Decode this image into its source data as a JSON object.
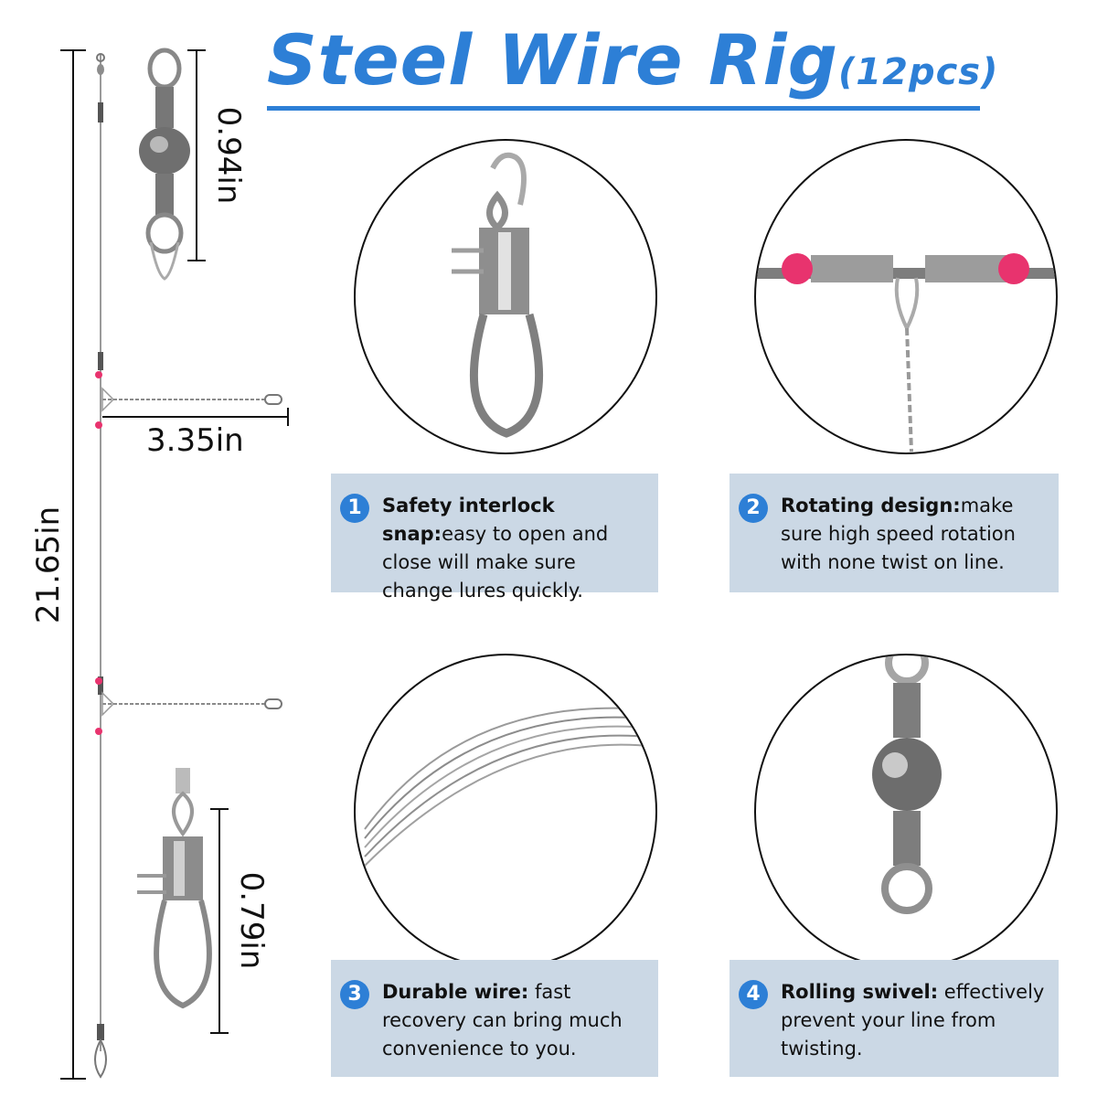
{
  "title": {
    "main": "Steel Wire Rig",
    "qty": "(12pcs)"
  },
  "dimensions": {
    "total_length": "21.65in",
    "swivel_length": "0.94in",
    "branch_length": "3.35in",
    "snap_length": "0.79in"
  },
  "features": [
    {
      "number": "1",
      "title": "Safety interlock snap:",
      "text": "easy to open and close will make sure change lures quickly."
    },
    {
      "number": "2",
      "title": "Rotating design:",
      "text": "make sure high speed rotation with none twist on line."
    },
    {
      "number": "3",
      "title": "Durable wire:",
      "text": " fast recovery can bring much convenience to you."
    },
    {
      "number": "4",
      "title": "Rolling swivel:",
      "text": " effectively prevent your line from twisting."
    }
  ],
  "colors": {
    "accent": "#2d7fd6",
    "card_bg": "#cbd8e5",
    "bead": "#e8336e"
  }
}
